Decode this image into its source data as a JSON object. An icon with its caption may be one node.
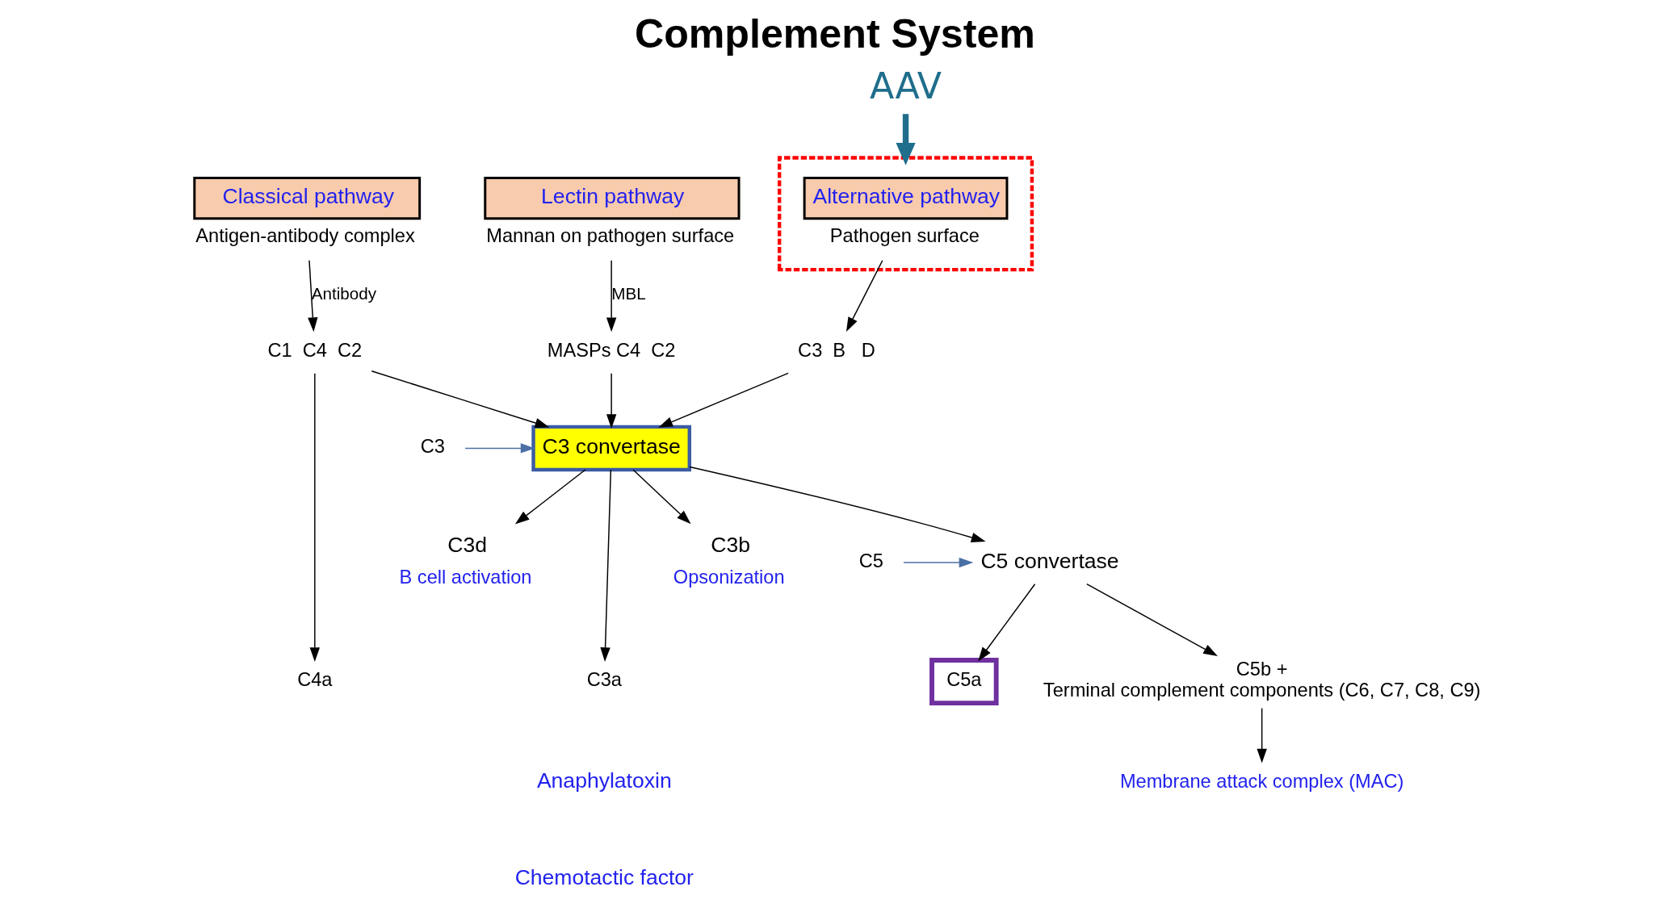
{
  "diagram": {
    "title": "Complement System",
    "nodes": [
      {
        "text": [
          "AAV"
        ]
      },
      {
        "text": [
          "Classical pathway"
        ],
        "beside": [
          "Antigen-antibody complex"
        ]
      },
      {
        "text": [
          "Lectin pathway"
        ],
        "beside": [
          "Mannan on pathogen surface"
        ]
      },
      {
        "text": [],
        "shape": "box"
      },
      {
        "text": [
          "Alternative pathway"
        ],
        "in": 3,
        "beside": [
          "Pathogen surface"
        ]
      },
      {
        "text": [
          "C1  C4  C2"
        ]
      },
      {
        "text": [
          "MASPs C4  C2"
        ]
      },
      {
        "text": [
          "C3  B   D"
        ]
      },
      {
        "text": [
          "C3"
        ]
      },
      {
        "text": [
          "C3 convertase"
        ]
      },
      {
        "text": [
          "C5"
        ]
      },
      {
        "text": [
          "C5 convertase"
        ]
      },
      {
        "text": [
          "C3d"
        ],
        "beside": [
          "B cell activation"
        ]
      },
      {
        "text": [
          "C4a"
        ]
      },
      {
        "text": [
          "C3a"
        ]
      },
      {
        "text": [
          "C5a"
        ]
      },
      {
        "text": [
          "C5b +",
          "Terminal complement components (C6, C7, C8, C9)"
        ]
      },
      {
        "text": [
          "C3b"
        ],
        "beside": [
          "Opsonization"
        ]
      },
      {
        "text": [
          "Membrane attack complex (MAC)"
        ]
      }
    ],
    "edges": [
      {
        "from": 0,
        "to": 3,
        "arrow": "to",
        "style": "thick",
        "color": "#1f6e8c"
      },
      {
        "from": 1,
        "to": 5,
        "arrow": "to",
        "label": "Antibody"
      },
      {
        "from": 2,
        "to": 6,
        "arrow": "to",
        "label": "MBL"
      },
      {
        "from": 4,
        "to": 7,
        "arrow": "to"
      },
      {
        "from": 5,
        "to": 9,
        "arrow": "to"
      },
      {
        "from": 6,
        "to": 9,
        "arrow": "to"
      },
      {
        "from": 7,
        "to": 9,
        "arrow": "to"
      },
      {
        "from": 8,
        "to": 9,
        "arrow": "to",
        "color": "#4a6fa5"
      },
      {
        "from": 5,
        "to": 13,
        "arrow": "to"
      },
      {
        "from": 9,
        "to": 14,
        "arrow": "to"
      },
      {
        "from": 9,
        "to": 11,
        "arrow": "to"
      },
      {
        "from": 9,
        "to": 17,
        "arrow": "to"
      },
      {
        "from": 9,
        "to": 12,
        "arrow": "to"
      },
      {
        "from": 10,
        "to": 11,
        "arrow": "to",
        "color": "#4a6fa5"
      },
      {
        "from": 11,
        "to": 15,
        "arrow": "to"
      },
      {
        "from": 11,
        "to": 16,
        "arrow": "to"
      },
      {
        "from": 16,
        "to": 18,
        "arrow": "to"
      }
    ],
    "labels": [
      "Anaphylatoxin",
      "Chemotactic factor"
    ]
  }
}
